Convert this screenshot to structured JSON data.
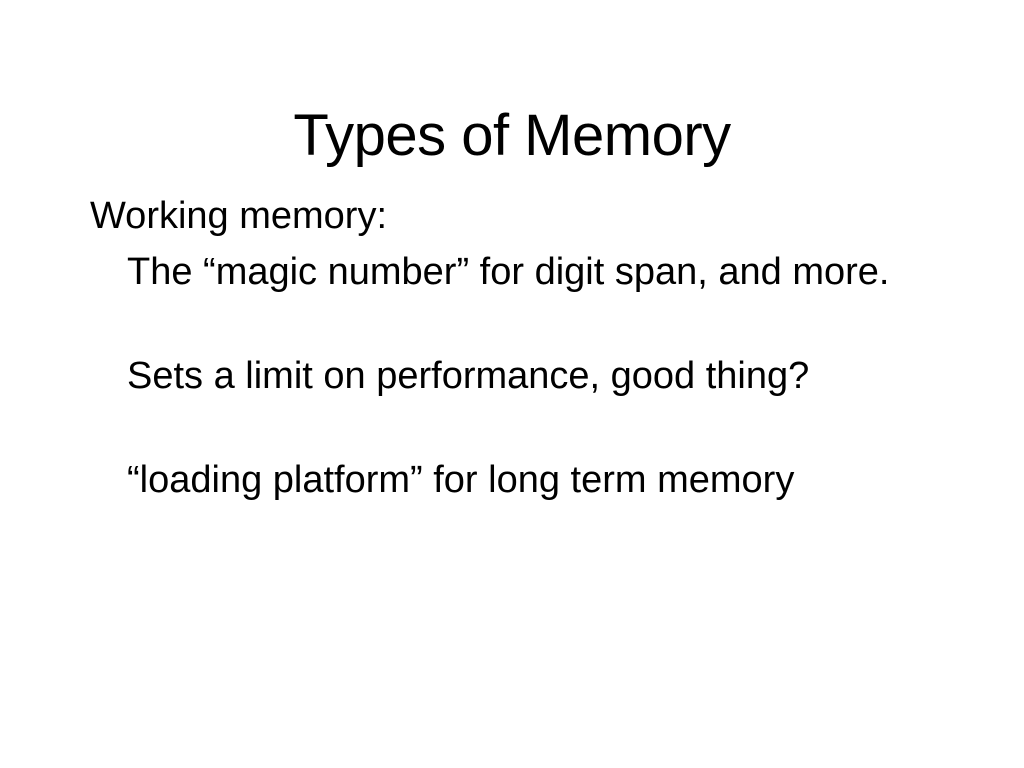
{
  "slide": {
    "title": "Types of Memory",
    "heading": "Working memory:",
    "points": [
      "The “magic number” for digit span, and more.",
      "Sets a limit on performance, good thing?",
      "“loading platform” for long term memory"
    ]
  }
}
